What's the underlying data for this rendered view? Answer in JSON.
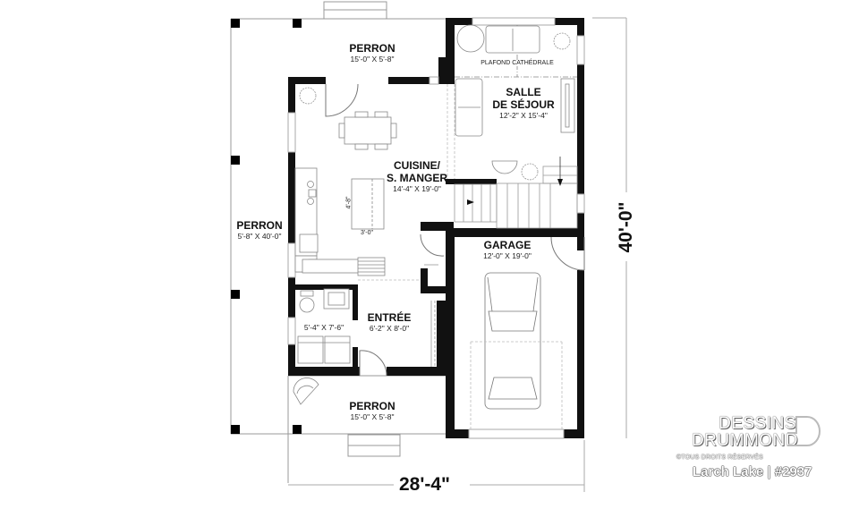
{
  "plan": {
    "rooms": [
      {
        "id": "perron-top",
        "name": "PERRON",
        "dims": "15'-0\" X 5'-8\""
      },
      {
        "id": "salle-de-sejour",
        "name_line1": "SALLE",
        "name_line2": "DE SÉJOUR",
        "dims": "12'-2\" X 15'-4\""
      },
      {
        "id": "cuisine",
        "name_line1": "CUISINE/",
        "name_line2": "S. MANGER",
        "dims": "14'-4\" X 19'-0\""
      },
      {
        "id": "perron-left",
        "name": "PERRON",
        "dims": "5'-8\" X 40'-0\""
      },
      {
        "id": "garage",
        "name": "GARAGE",
        "dims": "12'-0\" X 19'-0\""
      },
      {
        "id": "entree",
        "name": "ENTRÉE",
        "dims": "6'-2\" X 8'-0\""
      },
      {
        "id": "laundry",
        "dims": "5'-4\" X 7'-6\""
      },
      {
        "id": "perron-bottom",
        "name": "PERRON",
        "dims": "15'-0\" X 5'-8\""
      }
    ],
    "annotations": {
      "ceiling": "PLAFOND CATHÉDRALE",
      "island_depth": "4'-8\"",
      "island_width": "3'-0\""
    },
    "overall_dims": {
      "width": "28'-4\"",
      "depth": "40'-0\""
    }
  },
  "branding": {
    "line1": "DESSINS",
    "line2": "DRUMMOND",
    "copyright": "©TOUS DROITS RÉSERVÉS",
    "model": "Larch Lake | #2937"
  },
  "colors": {
    "wall": "#111111",
    "line": "#999999",
    "background": "#ffffff"
  }
}
